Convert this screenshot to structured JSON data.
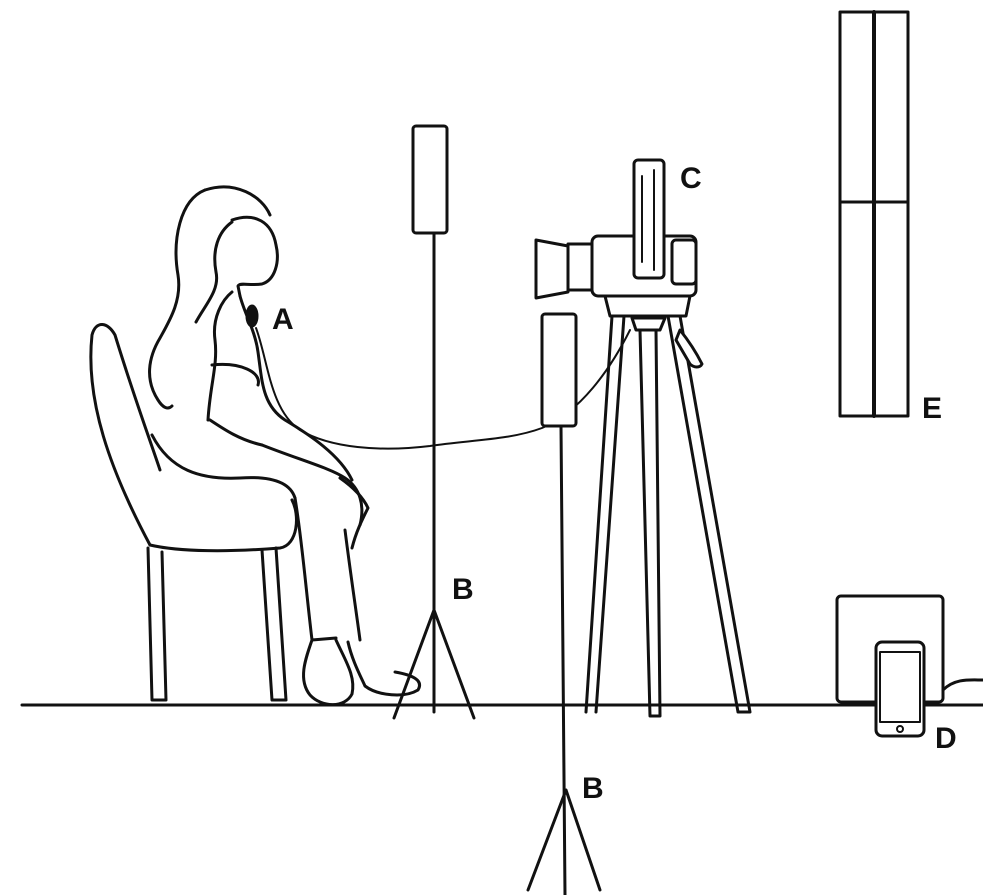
{
  "labels": {
    "a": "A",
    "b_tall": "B",
    "b_front": "B",
    "c": "C",
    "d": "D",
    "e": "E"
  }
}
